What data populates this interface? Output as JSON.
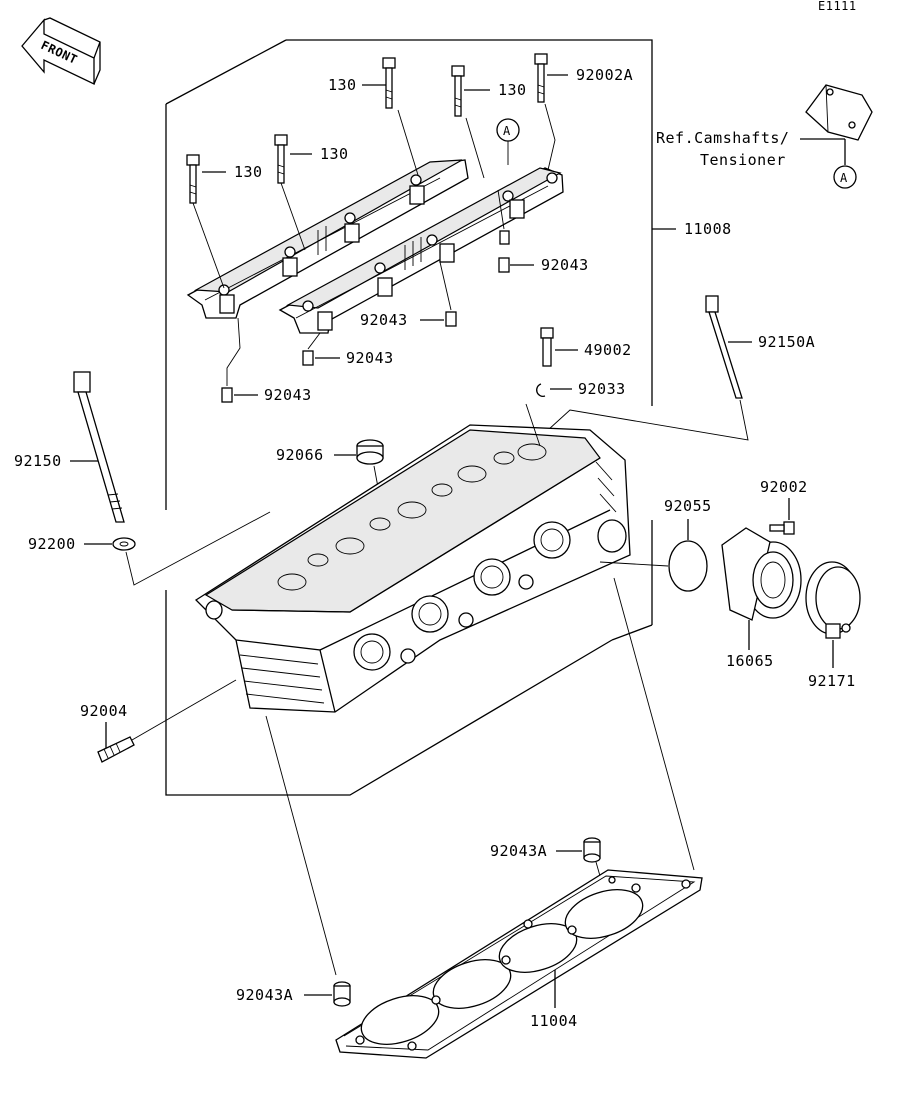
{
  "diagram_code": "E1111",
  "front_label": "FRONT",
  "reference": {
    "line1": "Ref.Camshafts/",
    "line2": "Tensioner",
    "marker": "A"
  },
  "marker_a": "A",
  "parts": {
    "bolt_130_a": "130",
    "bolt_130_b": "130",
    "bolt_130_c": "130",
    "bolt_130_d": "130",
    "bolt_92002A": "92002A",
    "head_assy_11008": "11008",
    "pin_92043_a": "92043",
    "pin_92043_b": "92043",
    "pin_92043_c": "92043",
    "pin_92043_d": "92043",
    "plug_49002": "49002",
    "clip_92033": "92033",
    "bolt_92150A": "92150A",
    "bolt_92150": "92150",
    "washer_92200": "92200",
    "grommet_92066": "92066",
    "oring_92055": "92055",
    "bolt_92002": "92002",
    "holder_16065": "16065",
    "clamp_92171": "92171",
    "stud_92004": "92004",
    "pin_92043A_a": "92043A",
    "pin_92043A_b": "92043A",
    "gasket_11004": "11004"
  }
}
